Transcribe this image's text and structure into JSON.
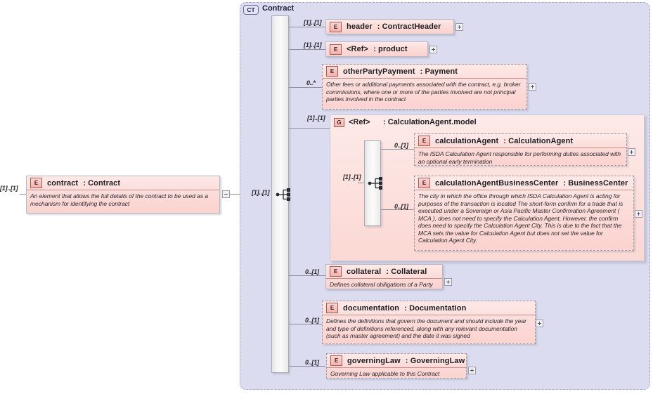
{
  "diagram": {
    "type": "xsd-schema-diagram",
    "root_element": {
      "badge": "E",
      "name": "contract",
      "separator": ":",
      "type": "Contract",
      "occurrence": "[1]..[1]",
      "description": "An element that allows the full details of the contract to be used as a mechanism for identifying the contract",
      "expander": "minus"
    },
    "container": {
      "badge": "CT",
      "title": "Contract"
    },
    "children": [
      {
        "badge": "E",
        "name": "header",
        "separator": ":",
        "type": "ContractHeader",
        "occurrence": "[1]..[1]",
        "description": "",
        "expander": "plus",
        "optional": false
      },
      {
        "badge": "E",
        "name": "<Ref>",
        "separator": ":",
        "type": "product",
        "occurrence": "[1]..[1]",
        "description": "",
        "expander": "plus",
        "optional": false
      },
      {
        "badge": "E",
        "name": "otherPartyPayment",
        "separator": ":",
        "type": "Payment",
        "occurrence": "0..*",
        "description": "Other fees or additional payments associated with the contract, e.g. broker commissions, where one or more of the parties involved are not principal parties involved in the contract",
        "expander": "plus",
        "optional": true
      },
      {
        "badge": "E",
        "name": "collateral",
        "separator": ":",
        "type": "Collateral",
        "occurrence": "0..[1]",
        "description": "Defines collateral obiligations of a Party",
        "expander": "plus",
        "optional": false
      },
      {
        "badge": "E",
        "name": "documentation",
        "separator": ":",
        "type": "Documentation",
        "occurrence": "0..[1]",
        "description": "Defines the definitions that govern the document and should include the year and type of definitions referenced, along with any relevant documentation (such as master agreement) and the date it was signed",
        "expander": "plus",
        "optional": true
      },
      {
        "badge": "E",
        "name": "governingLaw",
        "separator": ":",
        "type": "GoverningLaw",
        "occurrence": "0..[1]",
        "description": "Governing Law applicable to this Contract",
        "expander": "plus",
        "optional": true
      }
    ],
    "group": {
      "badge": "G",
      "name": "<Ref>",
      "separator": ":",
      "type": "CalculationAgent.model",
      "occurrence": "[1]..[1]",
      "inner_occurrence": "[1]..[1]",
      "members": [
        {
          "badge": "E",
          "name": "calculationAgent",
          "separator": ":",
          "type": "CalculationAgent",
          "occurrence": "0..[1]",
          "description": "The ISDA Calculation Agent responsible for performing duties associated with an optional early termination",
          "expander": "plus",
          "optional": true
        },
        {
          "badge": "E",
          "name": "calculationAgentBusinessCenter",
          "separator": ":",
          "type": "BusinessCenter",
          "occurrence": "0..[1]",
          "description": "The city in which the office through which ISDA Calculation Agent is acting for purposes of the transaction is located The short-form confirm for a trade that is executed under a Sovereign or Asia Pacific Master Confirmation Agreement ( MCA ), does not need to specify the Calculation Agent. However, the confirm does need to specify the Calculation Agent City. This is due to the fact that the MCA sets the value for Calculation Agent but does not set the value for Calculation Agent City.",
          "expander": "plus",
          "optional": true
        }
      ]
    },
    "colors": {
      "element_fill": "#fcdad7",
      "element_border": "#b9b9c6",
      "container_fill": "#dcdcf0",
      "container_border": "#a8a8c8",
      "badge_border": "#b05a54",
      "line": "#8d8d9c",
      "page_background": "#ffffff"
    },
    "icons": {
      "sequence": "sequence-compositor-icon",
      "expand": "plus-icon",
      "collapse": "minus-icon"
    }
  }
}
